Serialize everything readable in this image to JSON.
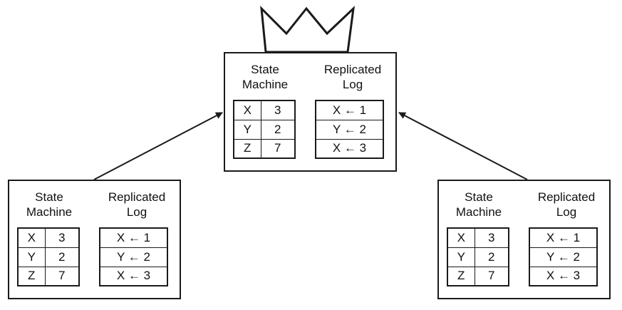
{
  "servers": [
    {
      "role": "leader",
      "state_machine_label": [
        "State",
        "Machine"
      ],
      "log_label": [
        "Replicated",
        "Log"
      ],
      "state": [
        {
          "key": "X",
          "value": "3"
        },
        {
          "key": "Y",
          "value": "2"
        },
        {
          "key": "Z",
          "value": "7"
        }
      ],
      "log": [
        {
          "var": "X",
          "arrow": "←",
          "val": "1"
        },
        {
          "var": "Y",
          "arrow": "←",
          "val": "2"
        },
        {
          "var": "X",
          "arrow": "←",
          "val": "3"
        }
      ]
    },
    {
      "role": "follower",
      "state_machine_label": [
        "State",
        "Machine"
      ],
      "log_label": [
        "Replicated",
        "Log"
      ],
      "state": [
        {
          "key": "X",
          "value": "3"
        },
        {
          "key": "Y",
          "value": "2"
        },
        {
          "key": "Z",
          "value": "7"
        }
      ],
      "log": [
        {
          "var": "X",
          "arrow": "←",
          "val": "1"
        },
        {
          "var": "Y",
          "arrow": "←",
          "val": "2"
        },
        {
          "var": "X",
          "arrow": "←",
          "val": "3"
        }
      ]
    },
    {
      "role": "follower",
      "state_machine_label": [
        "State",
        "Machine"
      ],
      "log_label": [
        "Replicated",
        "Log"
      ],
      "state": [
        {
          "key": "X",
          "value": "3"
        },
        {
          "key": "Y",
          "value": "2"
        },
        {
          "key": "Z",
          "value": "7"
        }
      ],
      "log": [
        {
          "var": "X",
          "arrow": "←",
          "val": "1"
        },
        {
          "var": "Y",
          "arrow": "←",
          "val": "2"
        },
        {
          "var": "X",
          "arrow": "←",
          "val": "3"
        }
      ]
    }
  ],
  "icons": {
    "leader": "crown-icon"
  },
  "colors": {
    "stroke": "#1a1a1a",
    "background": "#ffffff"
  }
}
